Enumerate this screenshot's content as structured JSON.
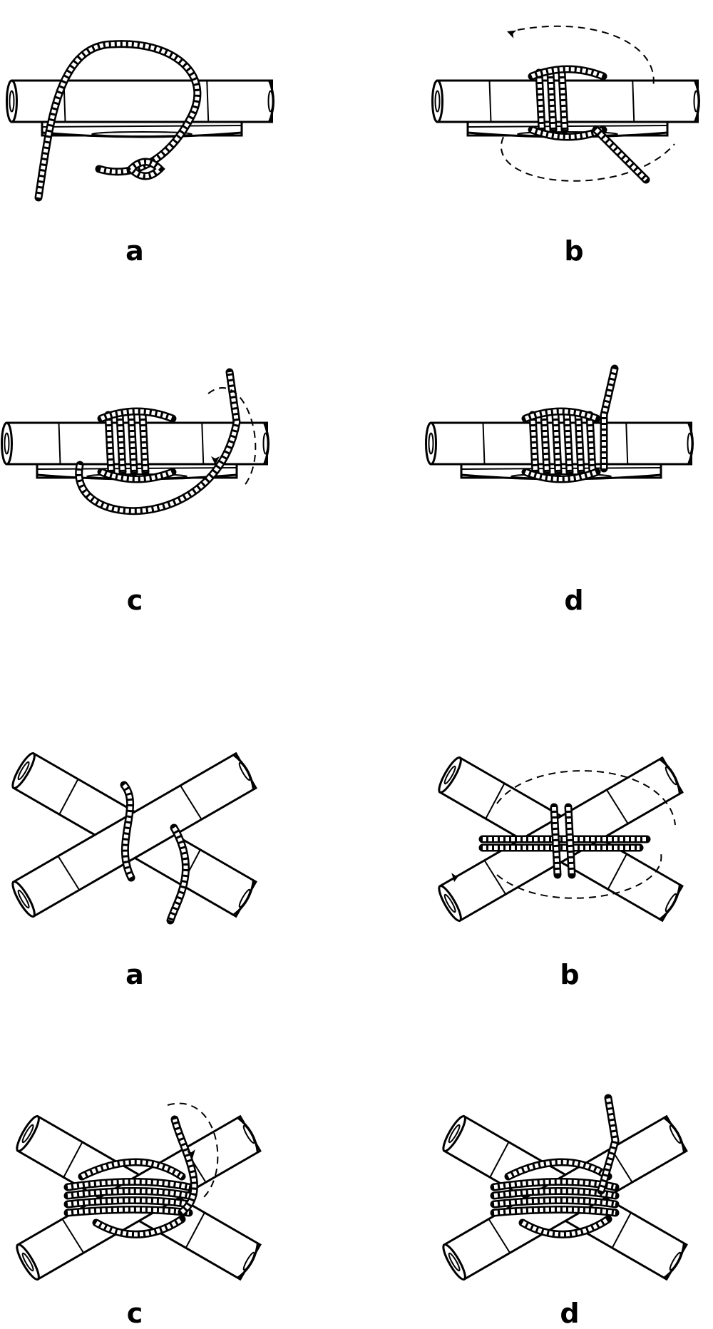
{
  "square_lashing": {
    "steps": [
      {
        "label": "a"
      },
      {
        "label": "b"
      },
      {
        "label": "c"
      },
      {
        "label": "d"
      }
    ]
  },
  "diagonal_lashing": {
    "steps": [
      {
        "label": "a"
      },
      {
        "label": "b"
      },
      {
        "label": "c"
      },
      {
        "label": "d"
      }
    ]
  }
}
